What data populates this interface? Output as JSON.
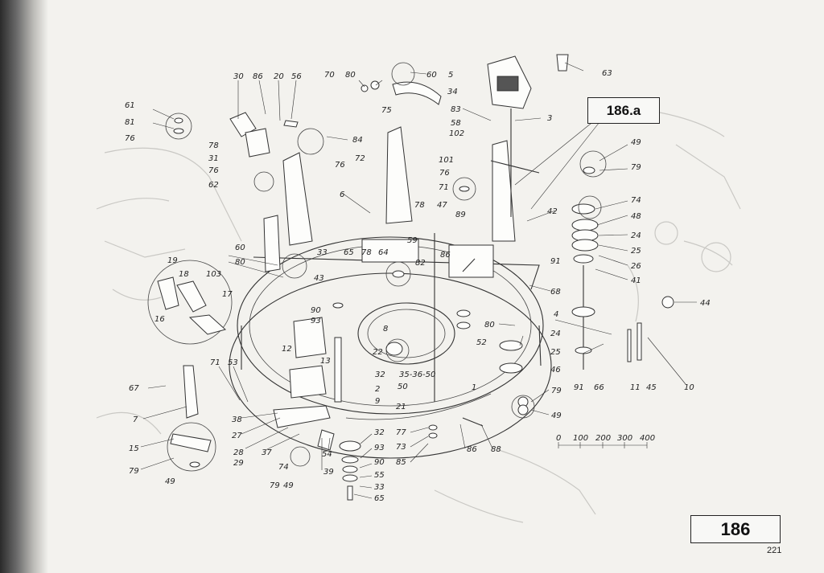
{
  "figure_label": "186",
  "subassembly_label": "186.a",
  "page_number": "221",
  "scale": {
    "ticks": [
      "0",
      "100",
      "200",
      "300",
      "400"
    ]
  },
  "callouts": [
    {
      "id": "c30",
      "text": "30"
    },
    {
      "id": "c86a",
      "text": "86"
    },
    {
      "id": "c20",
      "text": "20"
    },
    {
      "id": "c56",
      "text": "56"
    },
    {
      "id": "c70",
      "text": "70"
    },
    {
      "id": "c80a",
      "text": "80"
    },
    {
      "id": "c60a",
      "text": "60"
    },
    {
      "id": "c5",
      "text": "5"
    },
    {
      "id": "c34",
      "text": "34"
    },
    {
      "id": "c75",
      "text": "75"
    },
    {
      "id": "c63",
      "text": "63"
    },
    {
      "id": "c83",
      "text": "83"
    },
    {
      "id": "c3",
      "text": "3"
    },
    {
      "id": "c58",
      "text": "58"
    },
    {
      "id": "c102",
      "text": "102"
    },
    {
      "id": "c101",
      "text": "101"
    },
    {
      "id": "c76a",
      "text": "76"
    },
    {
      "id": "c71a",
      "text": "71"
    },
    {
      "id": "c61",
      "text": "61"
    },
    {
      "id": "c81",
      "text": "81"
    },
    {
      "id": "c76b",
      "text": "76"
    },
    {
      "id": "c84",
      "text": "84"
    },
    {
      "id": "c72",
      "text": "72"
    },
    {
      "id": "c76c",
      "text": "76"
    },
    {
      "id": "c78a",
      "text": "78"
    },
    {
      "id": "c31",
      "text": "31"
    },
    {
      "id": "c76d",
      "text": "76"
    },
    {
      "id": "c62",
      "text": "62"
    },
    {
      "id": "c6",
      "text": "6"
    },
    {
      "id": "c78b",
      "text": "78"
    },
    {
      "id": "c47",
      "text": "47"
    },
    {
      "id": "c89",
      "text": "89"
    },
    {
      "id": "c42",
      "text": "42"
    },
    {
      "id": "c49a",
      "text": "49"
    },
    {
      "id": "c79a",
      "text": "79"
    },
    {
      "id": "c74a",
      "text": "74"
    },
    {
      "id": "c48",
      "text": "48"
    },
    {
      "id": "c24a",
      "text": "24"
    },
    {
      "id": "c25a",
      "text": "25"
    },
    {
      "id": "c26",
      "text": "26"
    },
    {
      "id": "c41",
      "text": "41"
    },
    {
      "id": "c91a",
      "text": "91"
    },
    {
      "id": "c68",
      "text": "68"
    },
    {
      "id": "c44",
      "text": "44"
    },
    {
      "id": "c4",
      "text": "4"
    },
    {
      "id": "c59",
      "text": "59"
    },
    {
      "id": "c86b",
      "text": "86"
    },
    {
      "id": "c82",
      "text": "82"
    },
    {
      "id": "c78c",
      "text": "78"
    },
    {
      "id": "c64",
      "text": "64"
    },
    {
      "id": "c33a",
      "text": "33"
    },
    {
      "id": "c65a",
      "text": "65"
    },
    {
      "id": "c60b",
      "text": "60"
    },
    {
      "id": "c80b",
      "text": "80"
    },
    {
      "id": "c43",
      "text": "43"
    },
    {
      "id": "c19",
      "text": "19"
    },
    {
      "id": "c18",
      "text": "18"
    },
    {
      "id": "c103",
      "text": "103"
    },
    {
      "id": "c17",
      "text": "17"
    },
    {
      "id": "c16",
      "text": "16"
    },
    {
      "id": "c90a",
      "text": "90"
    },
    {
      "id": "c93a",
      "text": "93"
    },
    {
      "id": "c12",
      "text": "12"
    },
    {
      "id": "c8",
      "text": "8"
    },
    {
      "id": "c22",
      "text": "22"
    },
    {
      "id": "c80c",
      "text": "80"
    },
    {
      "id": "c52",
      "text": "52"
    },
    {
      "id": "c24b",
      "text": "24"
    },
    {
      "id": "c25b",
      "text": "25"
    },
    {
      "id": "c46",
      "text": "46"
    },
    {
      "id": "c91b",
      "text": "91"
    },
    {
      "id": "c66",
      "text": "66"
    },
    {
      "id": "c11",
      "text": "11"
    },
    {
      "id": "c45",
      "text": "45"
    },
    {
      "id": "c10",
      "text": "10"
    },
    {
      "id": "c71b",
      "text": "71"
    },
    {
      "id": "c53",
      "text": "53"
    },
    {
      "id": "c13",
      "text": "13"
    },
    {
      "id": "c32a",
      "text": "32"
    },
    {
      "id": "c35",
      "text": "35-36-50"
    },
    {
      "id": "c1",
      "text": "1"
    },
    {
      "id": "c2",
      "text": "2"
    },
    {
      "id": "c50",
      "text": "50"
    },
    {
      "id": "c9",
      "text": "9"
    },
    {
      "id": "c21",
      "text": "21"
    },
    {
      "id": "c79b",
      "text": "79"
    },
    {
      "id": "c49b",
      "text": "49"
    },
    {
      "id": "c67",
      "text": "67"
    },
    {
      "id": "c7",
      "text": "7"
    },
    {
      "id": "c38",
      "text": "38"
    },
    {
      "id": "c27",
      "text": "27"
    },
    {
      "id": "c15",
      "text": "15"
    },
    {
      "id": "c28",
      "text": "28"
    },
    {
      "id": "c29",
      "text": "29"
    },
    {
      "id": "c37",
      "text": "37"
    },
    {
      "id": "c74b",
      "text": "74"
    },
    {
      "id": "c39",
      "text": "39"
    },
    {
      "id": "c54",
      "text": "54"
    },
    {
      "id": "c32b",
      "text": "32"
    },
    {
      "id": "c93b",
      "text": "93"
    },
    {
      "id": "c90b",
      "text": "90"
    },
    {
      "id": "c55",
      "text": "55"
    },
    {
      "id": "c33b",
      "text": "33"
    },
    {
      "id": "c65b",
      "text": "65"
    },
    {
      "id": "c77",
      "text": "77"
    },
    {
      "id": "c73",
      "text": "73"
    },
    {
      "id": "c85",
      "text": "85"
    },
    {
      "id": "c86c",
      "text": "86"
    },
    {
      "id": "c88",
      "text": "88"
    },
    {
      "id": "c79c",
      "text": "79"
    },
    {
      "id": "c49c",
      "text": "49"
    },
    {
      "id": "c79d",
      "text": "79"
    },
    {
      "id": "c49d",
      "text": "49"
    }
  ]
}
